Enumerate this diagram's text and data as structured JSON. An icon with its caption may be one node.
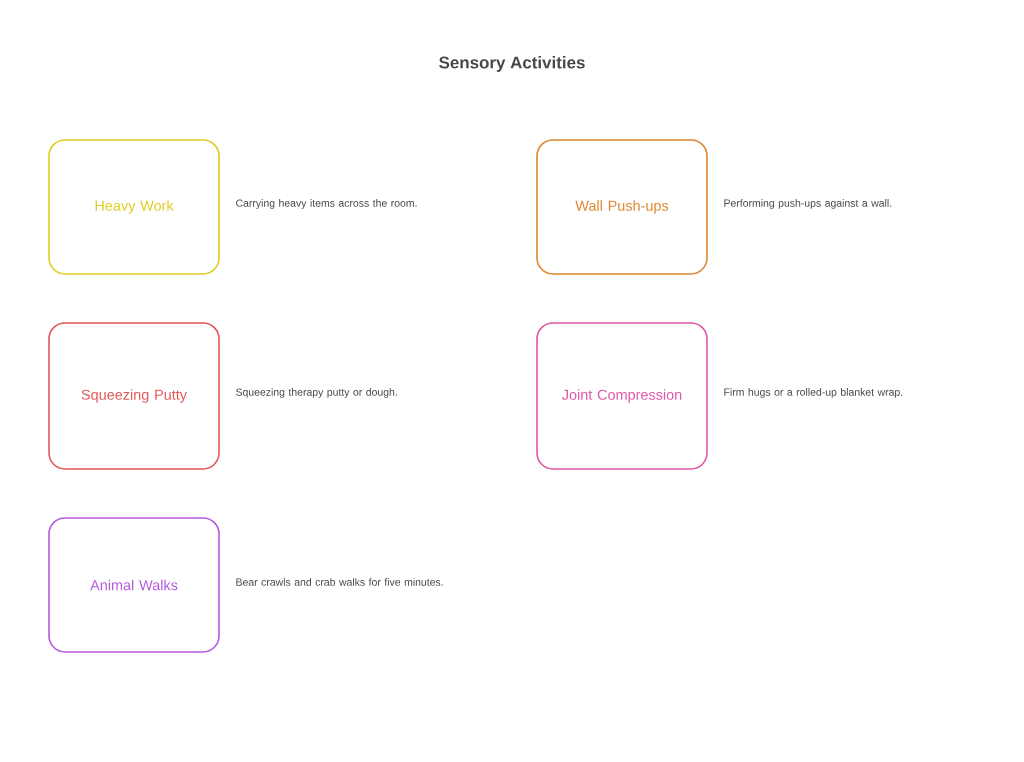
{
  "diagram": {
    "title": "Sensory Activities",
    "nodes": [
      {
        "text": [
          "Heavy Work"
        ],
        "beside": [
          "Carrying heavy items across the room."
        ]
      },
      {
        "text": [
          "Wall Push-ups"
        ],
        "beside": [
          "Performing push-ups against a wall."
        ]
      },
      {
        "text": [
          "Squeezing Putty"
        ],
        "beside": [
          "Squeezing therapy putty or dough."
        ]
      },
      {
        "text": [
          "Joint Compression"
        ],
        "beside": [
          "Firm hugs or a rolled-up blanket wrap."
        ]
      },
      {
        "text": [
          "Animal Walks"
        ],
        "beside": [
          "Bear crawls and crab walks for five minutes."
        ]
      }
    ]
  }
}
